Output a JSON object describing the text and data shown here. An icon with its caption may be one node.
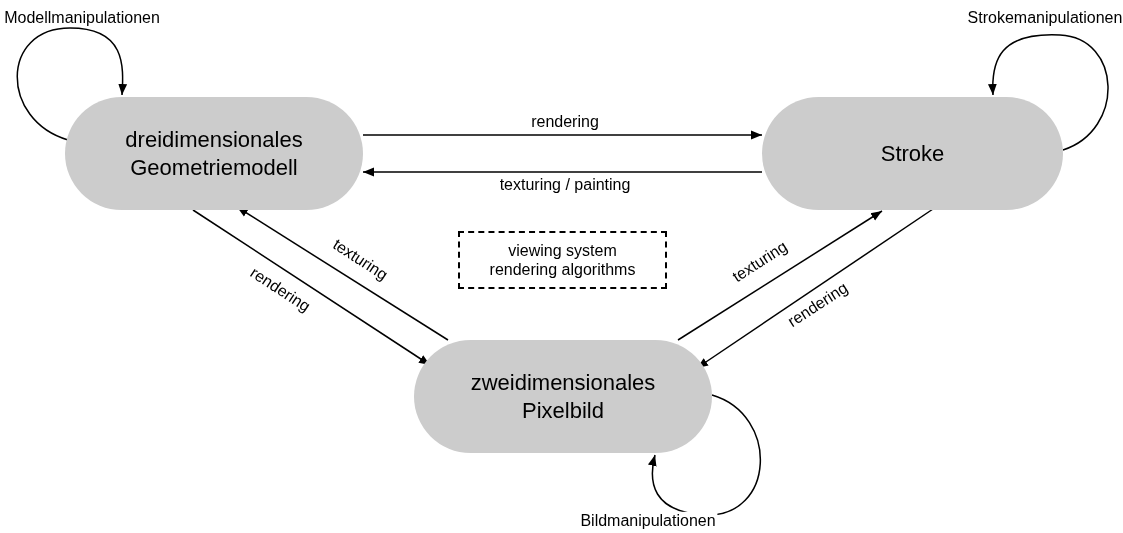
{
  "diagram": {
    "nodes": [
      {
        "text": [
          "dreidimensionales Geometriemodell"
        ]
      },
      {
        "text": [
          "Stroke"
        ]
      },
      {
        "text": [
          "zweidimensionales Pixelbild"
        ]
      },
      {
        "text": [
          "viewing system rendering algorithms"
        ]
      }
    ],
    "edges": [
      {
        "from": 0,
        "to": 1,
        "arrow": "to",
        "label": "rendering"
      },
      {
        "from": 1,
        "to": 0,
        "arrow": "to",
        "label": "texturing / painting"
      },
      {
        "from": 0,
        "to": 2,
        "arrow": "to",
        "label": "rendering"
      },
      {
        "from": 2,
        "to": 0,
        "arrow": "to",
        "label": "texturing"
      },
      {
        "from": 2,
        "to": 1,
        "arrow": "to",
        "label": "texturing"
      },
      {
        "from": 1,
        "to": 2,
        "arrow": "to",
        "label": "rendering"
      },
      {
        "from": 0,
        "to": 0,
        "arrow": "to",
        "label": "Modellmanipulationen"
      },
      {
        "from": 1,
        "to": 1,
        "arrow": "to",
        "label": "Strokemanipulationen"
      },
      {
        "from": 2,
        "to": 2,
        "arrow": "to",
        "label": "Bildmanipulationen"
      }
    ]
  }
}
